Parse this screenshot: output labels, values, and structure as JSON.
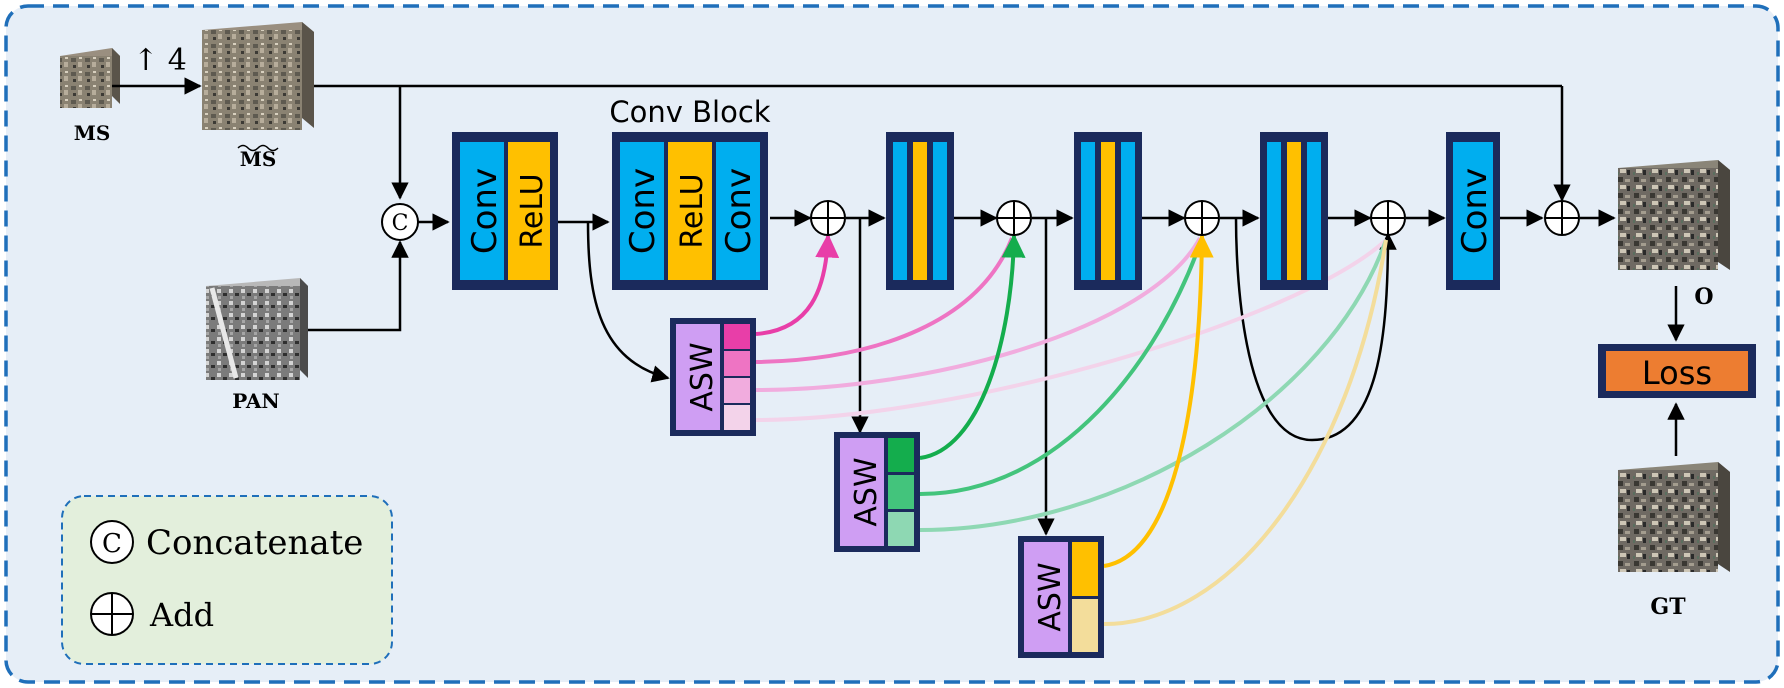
{
  "inputs": {
    "ms_label": "MS",
    "upsample_label": "↑ 4",
    "ms_tilde_label": "MS",
    "pan_label": "PAN"
  },
  "blocks": {
    "conv": "Conv",
    "relu": "ReLU",
    "conv_block_title": "Conv Block",
    "asw": "ASW",
    "loss": "Loss"
  },
  "outputs": {
    "output_label": "O",
    "gt_label": "GT"
  },
  "legend": {
    "concat_symbol": "C",
    "concat_label": "Concatenate",
    "add_label": "Add"
  },
  "colors": {
    "background": "#e6eef7",
    "frame_border": "#1f6fba",
    "block_border": "#1b2a5c",
    "conv_fill": "#00aeef",
    "relu_fill": "#ffc000",
    "asw_fill": "#cf9ef3",
    "loss_fill": "#ed7d31",
    "legend_fill": "#e3efdc",
    "pink_1": "#e83ea8",
    "pink_2": "#ee74c3",
    "pink_3": "#f1acde",
    "pink_4": "#f3d3ea",
    "green_1": "#14ad4d",
    "green_2": "#43c47c",
    "green_3": "#8ed8b3",
    "gold_1": "#ffc000",
    "gold_2": "#f3dd9b"
  }
}
